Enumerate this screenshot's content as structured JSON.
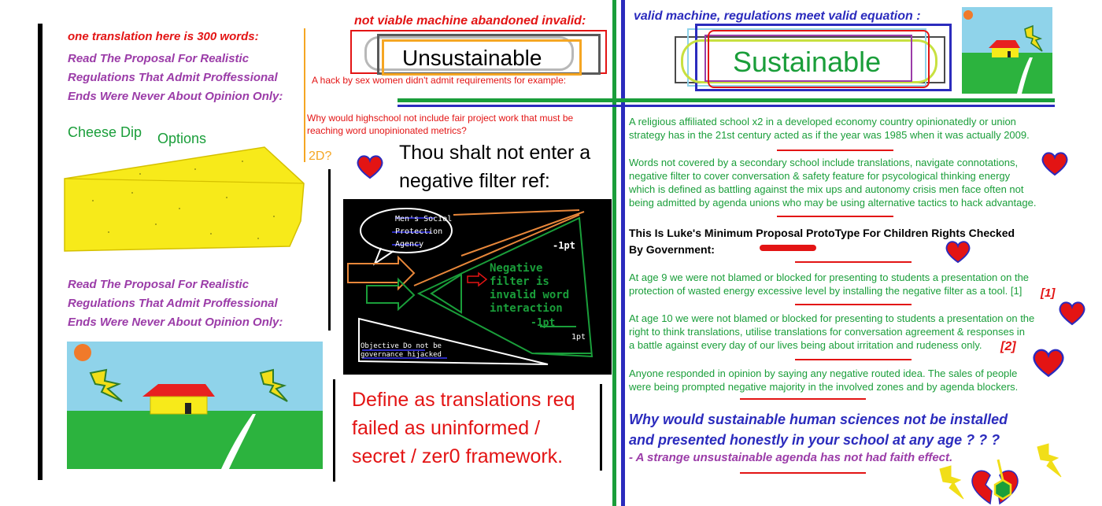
{
  "left": {
    "title": "one translation here is 300 words:",
    "proposal_1": [
      "Read The Proposal For Realistic",
      "Regulations That Admit Proffessional",
      "Ends Were Never About Opinion Only:"
    ],
    "cheese_label": "Cheese Dip",
    "options_label": "Options",
    "proposal_2": [
      "Read The Proposal For Realistic",
      "Regulations That Admit Proffessional",
      "Ends Were Never About Opinion Only:"
    ]
  },
  "middle": {
    "title": "not viable machine abandoned invalid:",
    "unsustainable": "Unsustainable",
    "hack_note": "A hack by sex women didn't admit requirements for example:",
    "question": [
      "Why would highschool not include fair project work that must be",
      "reaching word unopinionated metrics?"
    ],
    "twod": "2D?",
    "thou_shalt": [
      "Thou shalt not enter a",
      "negative filter ref:"
    ],
    "diagram": {
      "bubble_text": [
        "Men's Social",
        "Protection",
        "Agency"
      ],
      "neg_text": [
        "Negative",
        "filter is",
        "invalid word",
        "interaction"
      ],
      "pt1": "-1pt",
      "pt2": "-1pt",
      "pt3": "1pt",
      "tri_text": [
        "Objective Do not be",
        "governance hijacked"
      ]
    },
    "define": [
      "Define as translations req",
      "failed as uninformed /",
      "secret / zer0 framework."
    ]
  },
  "right": {
    "title": "valid machine, regulations meet valid equation :",
    "sustainable": "Sustainable",
    "para1": [
      "A religious affiliated school x2 in a developed economy country opinionatedly or union",
      "strategy has in the 21st century acted as if the year was 1985 when it was actually 2009."
    ],
    "para2": [
      "Words not covered by a secondary school include translations, navigate connotations,",
      "negative filter to cover conversation & safety feature for psycological thinking energy",
      "which is defined as battling against the mix ups and autonomy crisis men face often not",
      "being admitted by agenda unions who may be using alternative tactics to hack advantage."
    ],
    "heading": [
      "This Is Luke's Minimum Proposal ProtoType For Children Rights Checked",
      "By Government:"
    ],
    "para3": [
      "At age 9 we were not blamed or blocked for presenting to students a presentation on the",
      "protection of wasted energy excessive level by installing the negative filter as a tool. [1]"
    ],
    "ref1": "[1]",
    "para4": [
      "At age 10 we were not blamed or blocked for presenting  to students a presentation on the",
      "right to think translations, utilise translations for conversation agreement & responses in",
      "a battle against every day of our lives being about irritation and rudeness only."
    ],
    "ref2": "[2]",
    "para5": [
      "Anyone responded in opinion by saying any negative routed idea. The sales of people",
      "were being prompted negative majority in the involved zones and by agenda blockers."
    ],
    "big_question": [
      "Why would sustainable human sciences not be installed",
      "and presented honestly in your school at any age ? ? ?"
    ],
    "closing": "- A strange unsustainable agenda has not had faith effect."
  },
  "colors": {
    "red": "#e31414",
    "blue": "#2b2bbd",
    "purple": "#9b3ca8",
    "green": "#1a9e3a",
    "cheese": "#f7ea1a",
    "sky": "#8fd3ea",
    "grass": "#2cb33e"
  }
}
